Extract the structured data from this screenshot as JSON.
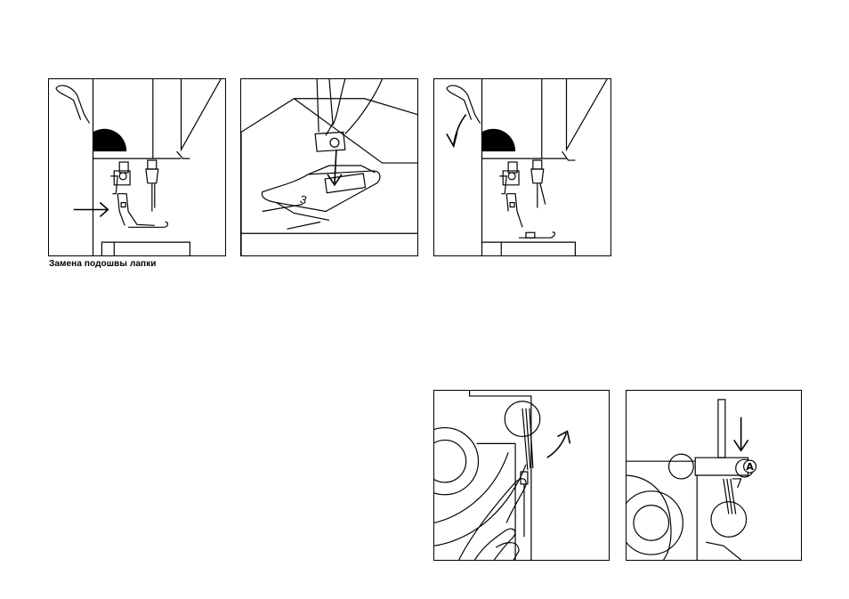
{
  "caption": "Замена подошвы лапки",
  "figures": {
    "presser_foot_number": "3",
    "marker_a": "A"
  }
}
